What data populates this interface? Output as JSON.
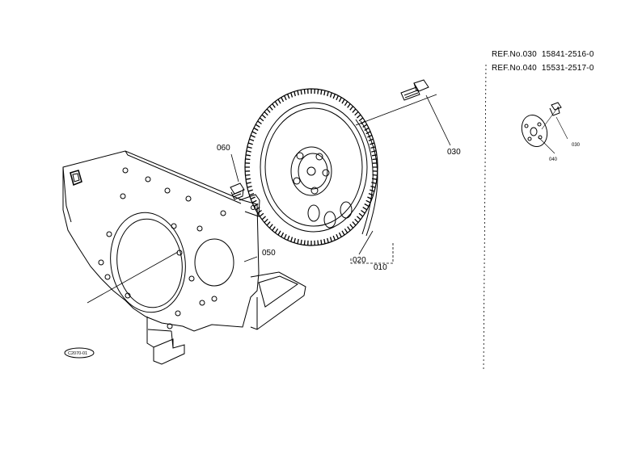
{
  "parts": {
    "p010": "010",
    "p020": "020",
    "p030": "030",
    "p040": "040",
    "p050": "050",
    "p060": "060"
  },
  "ref_table": [
    {
      "ref": "REF.No.030",
      "part_number": "15841-2516-0"
    },
    {
      "ref": "REF.No.040",
      "part_number": "15531-2517-0"
    }
  ],
  "stamp": "C2070-01",
  "colors": {
    "ink": "#000000",
    "paper": "#ffffff"
  }
}
